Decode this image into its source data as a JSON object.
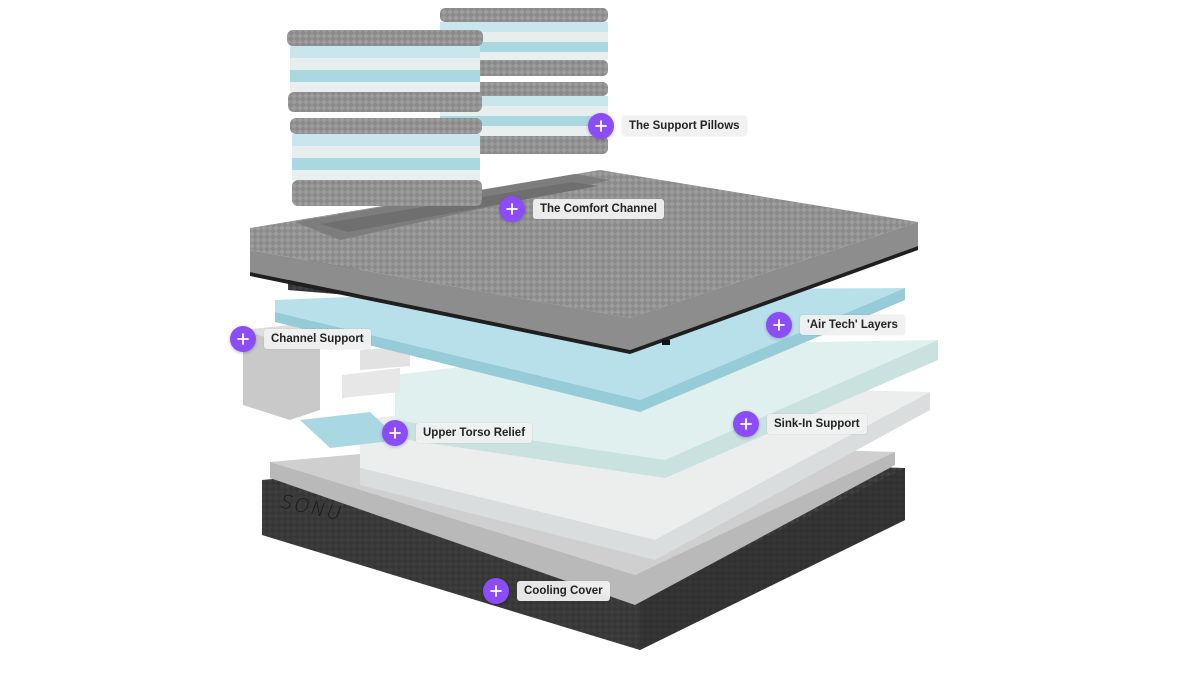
{
  "brand": "SONU",
  "hotspots": [
    {
      "id": "support-pillows",
      "label": "The Support Pillows",
      "icon": "plus-icon"
    },
    {
      "id": "comfort-channel",
      "label": "The Comfort Channel",
      "icon": "plus-icon"
    },
    {
      "id": "air-tech-layers",
      "label": "'Air Tech' Layers",
      "icon": "plus-icon"
    },
    {
      "id": "channel-support",
      "label": "Channel Support",
      "icon": "plus-icon"
    },
    {
      "id": "sink-in-support",
      "label": "Sink-In Support",
      "icon": "plus-icon"
    },
    {
      "id": "upper-torso-relief",
      "label": "Upper Torso Relief",
      "icon": "plus-icon"
    },
    {
      "id": "cooling-cover",
      "label": "Cooling Cover",
      "icon": "plus-icon"
    }
  ],
  "colors": {
    "accent": "#8b4dfa",
    "label_bg": "#f0f0f0",
    "cover_gray": "#9a9a9a",
    "base_dark": "#3e3e3e",
    "foam_blue": "#a9d8e3",
    "foam_white": "#eef2f2"
  }
}
